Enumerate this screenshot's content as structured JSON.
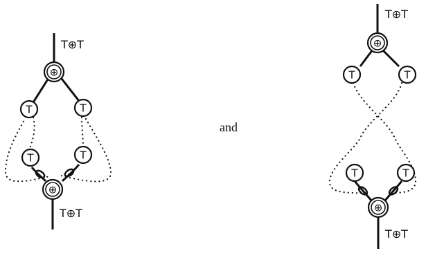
{
  "diagram": {
    "connector_text": "and",
    "left": {
      "top_label": "T⊕T",
      "bottom_label": "T⊕T",
      "upper_center_glyph": "⊕",
      "upper_left_glyph": "T",
      "upper_right_glyph": "T",
      "lower_left_glyph": "T",
      "lower_right_glyph": "T",
      "lower_center_glyph": "⊕"
    },
    "right": {
      "top_label": "T⊕T",
      "bottom_label": "T⊕T",
      "upper_center_glyph": "⊕",
      "upper_left_glyph": "T",
      "upper_right_glyph": "T",
      "lower_left_glyph": "T",
      "lower_right_glyph": "T",
      "lower_center_glyph": "⊕"
    }
  }
}
